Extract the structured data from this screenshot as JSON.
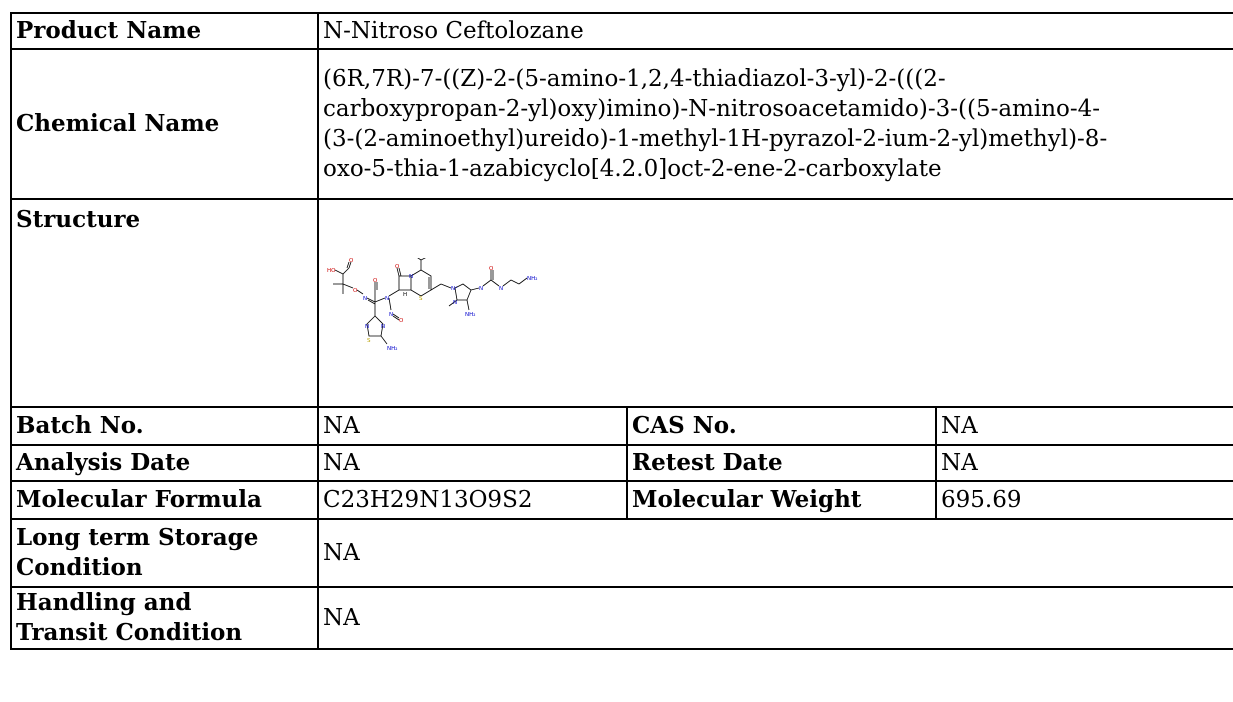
{
  "rows": {
    "product_name": {
      "label": "Product Name",
      "value": "N-Nitroso Ceftolozane"
    },
    "chemical_name": {
      "label": "Chemical Name",
      "lines": [
        "(6R,7R)-7-((Z)-2-(5-amino-1,2,4-thiadiazol-3-yl)-2-(((2-",
        "carboxypropan-2-yl)oxy)imino)-N-nitrosoacetamido)-3-((5-amino-4-",
        "(3-(2-aminoethyl)ureido)-1-methyl-1H-pyrazol-2-ium-2-yl)methyl)-8-",
        "oxo-5-thia-1-azabicyclo[4.2.0]oct-2-ene-2-carboxylate"
      ]
    },
    "structure": {
      "label": "Structure"
    },
    "batch_no": {
      "label": "Batch No.",
      "value": "NA"
    },
    "cas_no": {
      "label": "CAS No.",
      "value": "NA"
    },
    "analysis_date": {
      "label": "Analysis Date",
      "value": "NA"
    },
    "retest_date": {
      "label": "Retest Date",
      "value": "NA"
    },
    "molecular_formula": {
      "label": "Molecular Formula",
      "value": "C23H29N13O9S2"
    },
    "molecular_weight": {
      "label": "Molecular Weight",
      "value": "695.69"
    },
    "storage": {
      "label_line1": "Long term Storage",
      "label_line2": "Condition",
      "value": "NA"
    },
    "handling": {
      "label_line1": "Handling and",
      "label_line2": "Transit Condition",
      "value": "NA"
    }
  },
  "structure_labels": {
    "ho": "HO",
    "o1": "O",
    "o2": "O",
    "o3": "O",
    "o4": "O",
    "o5": "O",
    "oneg": "O⁻",
    "n_oxime": "N",
    "n_amide": "N",
    "n_lactam": "N",
    "n_thz1": "N",
    "n_thz2": "N",
    "n_pyr1": "N",
    "n_pyr2": "N⁺",
    "nh_urea1": "N",
    "nh_urea2": "N",
    "nh2_a": "NH₂",
    "nh2_b": "NH₂",
    "nh2_c": "NH₂",
    "s_thz": "S",
    "s_ring": "S",
    "h": "H",
    "o_nitroso": "O",
    "n_nitroso": "N",
    "h1": "H",
    "h2": "H"
  },
  "colors": {
    "border": "#000000",
    "oxygen": "#cc0000",
    "nitrogen": "#0000cc",
    "sulfur": "#b8a000",
    "bond": "#000000"
  }
}
